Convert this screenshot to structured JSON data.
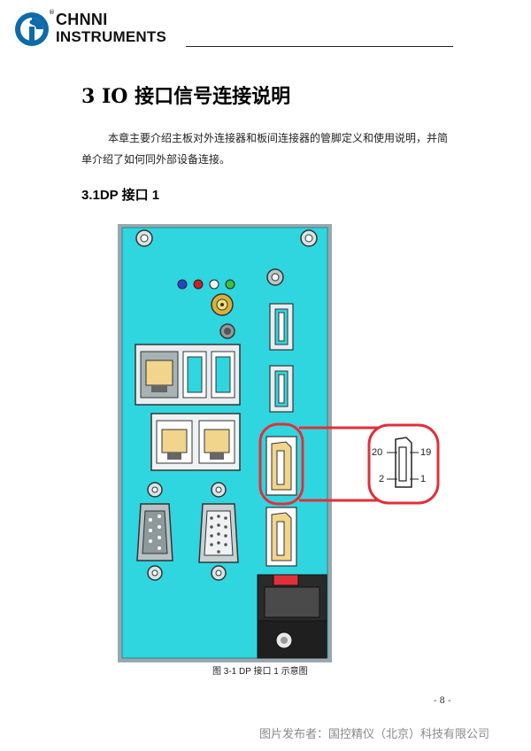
{
  "header": {
    "brand_line1": "CHNNI",
    "brand_line2": "INSTRUMENTS",
    "registered": "®"
  },
  "chapter_title": "3  IO 接口信号连接说明",
  "intro_line1": "本章主要介绍主板对外连接器和板间连接器的管脚定义和使用说明，并简",
  "intro_line2": "单介绍了如何同外部设备连接。",
  "section_title": "3.1DP 接口 1",
  "figure": {
    "pin_labels": {
      "top_left": "20",
      "top_right": "19",
      "bottom_left": "2",
      "bottom_right": "1"
    }
  },
  "caption": "图 3-1    DP 接口 1 示意图",
  "page_number": "- 8 -",
  "publisher": "图片发布者：国控精仪（北京）科技有限公司",
  "colors": {
    "board": "#2fd6e0",
    "highlight": "#e0303a",
    "connector": "#f1d58c",
    "accent_logo": "#0e6aa8"
  }
}
